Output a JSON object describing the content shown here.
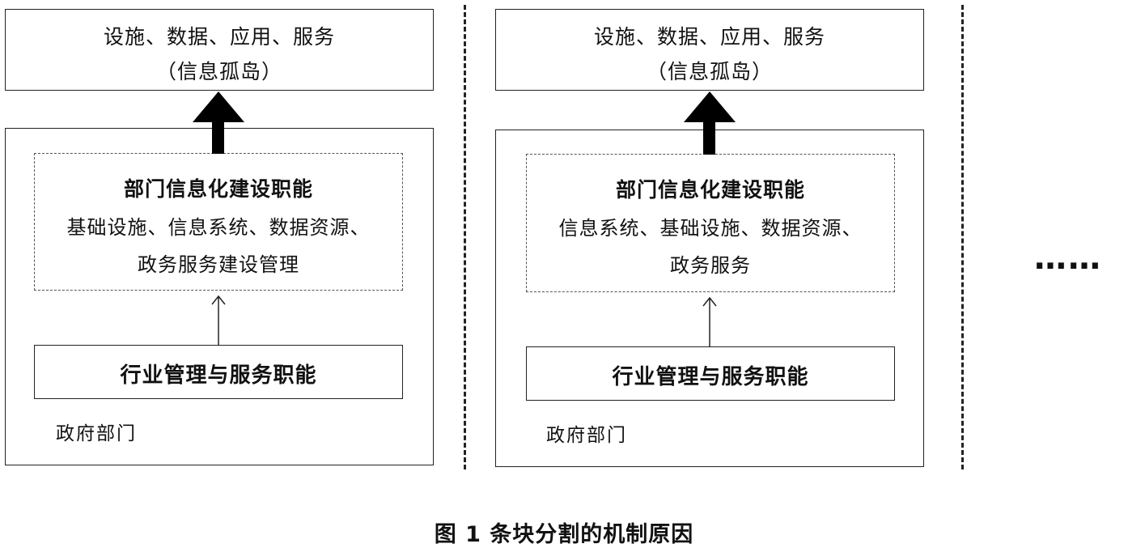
{
  "panels": [
    {
      "island_box": {
        "line1": "设施、数据、应用、服务",
        "line2": "（信息孤岛）"
      },
      "dept_function": {
        "title": "部门信息化建设职能",
        "line1": "基础设施、信息系统、数据资源、",
        "line2": "政务服务建设管理"
      },
      "industry_function": "行业管理与服务职能",
      "gov_label": "政府部门"
    },
    {
      "island_box": {
        "line1": "设施、数据、应用、服务",
        "line2": "（信息孤岛）"
      },
      "dept_function": {
        "title": "部门信息化建设职能",
        "line1": "信息系统、基础设施、数据资源、",
        "line2": "政务服务"
      },
      "industry_function": "行业管理与服务职能",
      "gov_label": "政府部门"
    }
  ],
  "ellipsis": "……",
  "caption": "图 1  条块分割的机制原因"
}
